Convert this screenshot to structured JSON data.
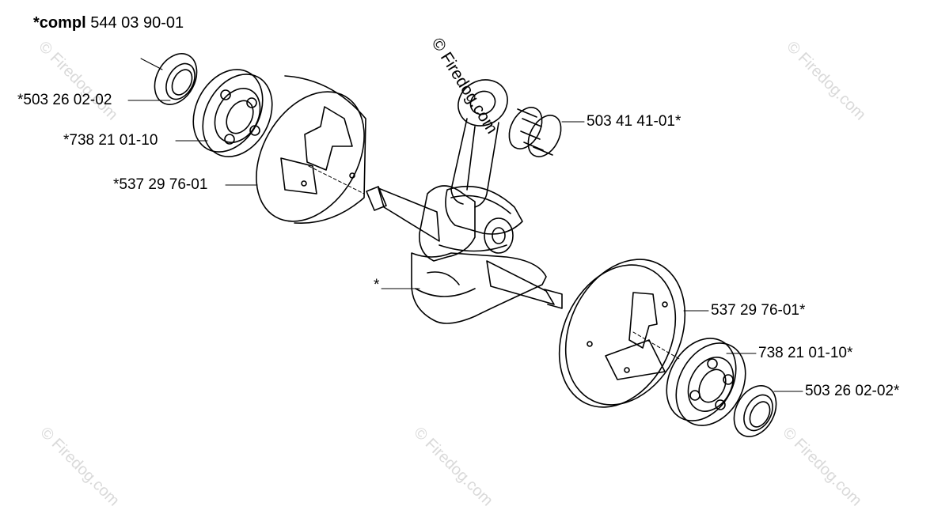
{
  "title": {
    "bold": "*compl",
    "number": "544 03 90-01"
  },
  "callouts": {
    "seal_left": "*503 26 02-02",
    "bearing_left": "*738 21 01-10",
    "flywheel_half_left": "*537 29 76-01",
    "needle_bearing": "503 41 41-01*",
    "crankshaft": "*",
    "flywheel_half_right": "537 29 76-01*",
    "bearing_right": "738 21 01-10*",
    "seal_right": "503 26 02-02*"
  },
  "watermark": "© Firedog.com"
}
